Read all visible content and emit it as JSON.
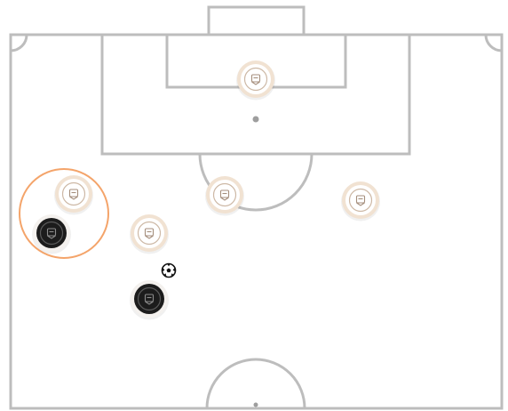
{
  "board": {
    "surface": "soccer-pitch-half",
    "line_color": "#bdbdbd",
    "highlight_color": "#f4a46a"
  },
  "players": [
    {
      "id": "p1",
      "team": "home",
      "icon": "crest-icon"
    },
    {
      "id": "p2",
      "team": "home",
      "icon": "crest-icon"
    },
    {
      "id": "p3",
      "team": "away",
      "icon": "crest-icon"
    },
    {
      "id": "p4",
      "team": "home",
      "icon": "crest-icon"
    },
    {
      "id": "p5",
      "team": "home",
      "icon": "crest-icon"
    },
    {
      "id": "p6",
      "team": "home",
      "icon": "crest-icon"
    },
    {
      "id": "p7",
      "team": "away",
      "icon": "crest-icon"
    }
  ],
  "ball": {
    "icon": "soccer-ball-icon"
  },
  "selection": {
    "player": "p2",
    "style": "orange-ring"
  },
  "team_colors": {
    "home": "#f1e2d2",
    "away": "#1c1c1c"
  }
}
